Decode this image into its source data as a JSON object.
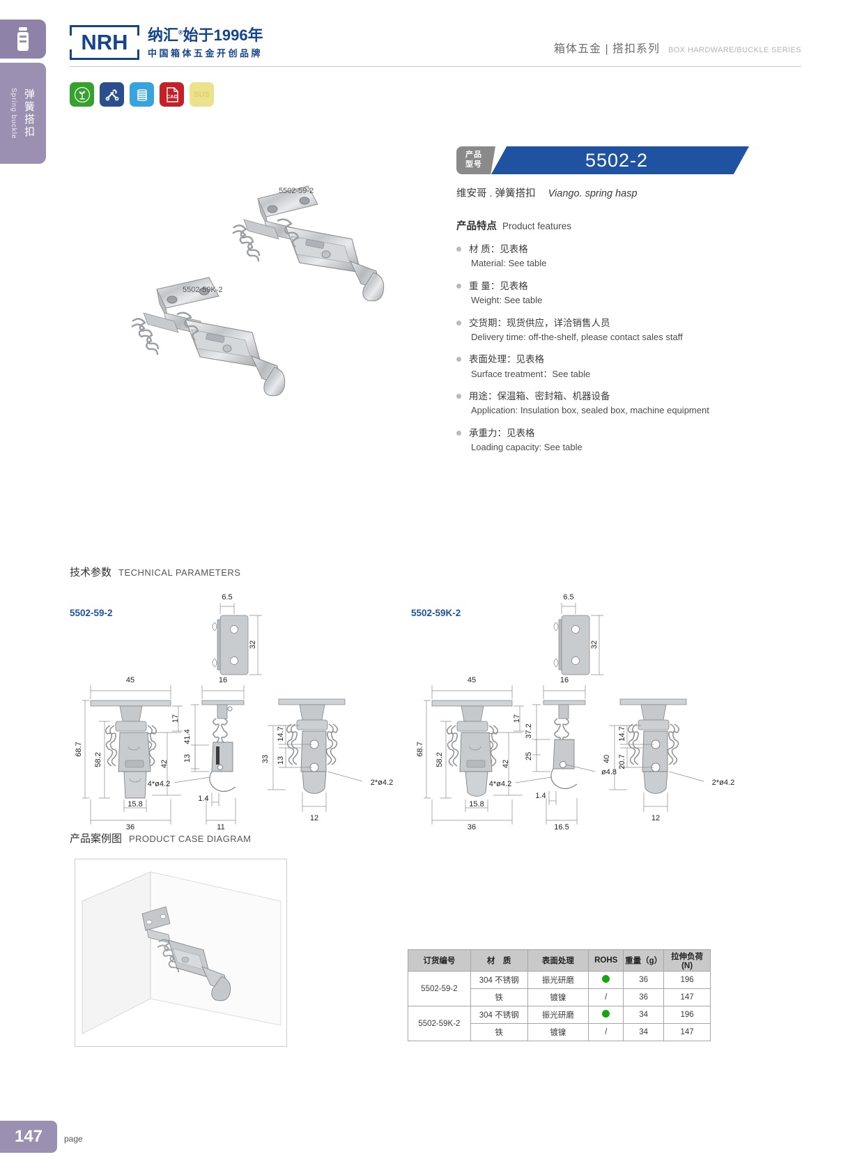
{
  "sidebar": {
    "icon_name": "spring-buckle-icon",
    "label_cn": "弹簧搭扣",
    "label_en": "Spring buckle"
  },
  "header": {
    "logo_text": "NRH",
    "brand_cn": "纳汇",
    "brand_reg": "®",
    "brand_slogan": "始于1996年",
    "brand_sub": "中国箱体五金开创品牌",
    "category_cn": "箱体五金",
    "category_divider": "|",
    "category_cn2": "搭扣系列",
    "category_en": "BOX HARDWARE/BUCKLE SERIES"
  },
  "badges": [
    {
      "name": "rohs-green-icon",
      "label": "",
      "color": "#35a22e"
    },
    {
      "name": "tools-icon",
      "label": "",
      "color": "#2b4f8e"
    },
    {
      "name": "spring-icon",
      "label": "",
      "color": "#37a4de"
    },
    {
      "name": "cad-file-icon",
      "label": "CAD",
      "color": "#c32027"
    },
    {
      "name": "sus-icon",
      "label": "SUS",
      "color": "#ece28d"
    }
  ],
  "photos": {
    "caption_a": "5502-59-2",
    "caption_b": "5502-59K-2"
  },
  "product": {
    "badge_tag_line1": "产品",
    "badge_tag_line2": "型号",
    "model": "5502-2",
    "sub_cn": "维安哥 . 弹簧搭扣",
    "sub_en": "Viango. spring hasp",
    "features_title_cn": "产品特点",
    "features_title_en": "Product features",
    "features": [
      {
        "cn": "材  质：见表格",
        "en": "Material: See table"
      },
      {
        "cn": "重  量：见表格",
        "en": "Weight: See table"
      },
      {
        "cn": "交货期：现货供应，详洽销售人员",
        "en": "Delivery time: off-the-shelf, please contact sales staff"
      },
      {
        "cn": "表面处理：见表格",
        "en": "Surface treatment：See table"
      },
      {
        "cn": "用途：保温箱、密封箱、机器设备",
        "en": "Application: Insulation box, sealed box, machine equipment"
      },
      {
        "cn": "承重力：见表格",
        "en": "Loading capacity: See table"
      }
    ]
  },
  "technical": {
    "title_cn": "技术参数",
    "title_en": "TECHNICAL PARAMETERS",
    "left_model": "5502-59-2",
    "right_model": "5502-59K-2",
    "left_dims": {
      "top_width": "6.5",
      "top_height": "32",
      "front_width": "45",
      "front_h_total": "68.7",
      "front_h_inner": "58.2",
      "front_plate": "17",
      "front_body": "42",
      "front_base_inner": "15.8",
      "front_base": "36",
      "side_width": "16",
      "side_height": "41.4",
      "side_lower": "13",
      "side_hole": "4*ø4.2",
      "side_offset": "1.4",
      "side_base": "11",
      "rear_h": "33",
      "rear_h2": "14.7",
      "rear_h3": "13",
      "rear_hole": "2*ø4.2",
      "rear_base": "12"
    },
    "right_dims": {
      "top_width": "6.5",
      "top_height": "32",
      "front_width": "45",
      "front_h_total": "68.7",
      "front_h_inner": "58.2",
      "front_plate": "17",
      "front_body": "42",
      "front_base_inner": "15.8",
      "front_base": "36",
      "side_width": "16",
      "side_height": "37.2",
      "side_lower": "25",
      "side_hole": "4*ø4.2",
      "side_offset": "1.4",
      "side_dia": "ø4.8",
      "side_base": "16.5",
      "rear_h": "40",
      "rear_h2": "14.7",
      "rear_h3": "20.7",
      "rear_hole": "2*ø4.2",
      "rear_base": "12"
    }
  },
  "case_diagram": {
    "title_cn": "产品案例图",
    "title_en": "PRODUCT CASE DIAGRAM"
  },
  "spec_table": {
    "headers": [
      "订货编号",
      "材　质",
      "表面处理",
      "ROHS",
      "重量（g）",
      "拉伸负荷 (N)"
    ],
    "rows": [
      {
        "order_no": "5502-59-2",
        "rowspan": 2,
        "material": "304 不锈钢",
        "surface": "振光研磨",
        "rohs": "dot",
        "weight": "36",
        "load": "196"
      },
      {
        "order_no": "",
        "rowspan": 0,
        "material": "铁",
        "surface": "镀镍",
        "rohs": "/",
        "weight": "36",
        "load": "147"
      },
      {
        "order_no": "5502-59K-2",
        "rowspan": 2,
        "material": "304 不锈钢",
        "surface": "振光研磨",
        "rohs": "dot",
        "weight": "34",
        "load": "196"
      },
      {
        "order_no": "",
        "rowspan": 0,
        "material": "铁",
        "surface": "镀镍",
        "rohs": "/",
        "weight": "34",
        "load": "147"
      }
    ]
  },
  "footer": {
    "page_number": "147",
    "page_word": "page"
  },
  "colors": {
    "brand_blue": "#14448c",
    "model_blue": "#1f52a0",
    "sidebar_purple": "#9b8fb2",
    "rohs_green": "#15a513"
  }
}
